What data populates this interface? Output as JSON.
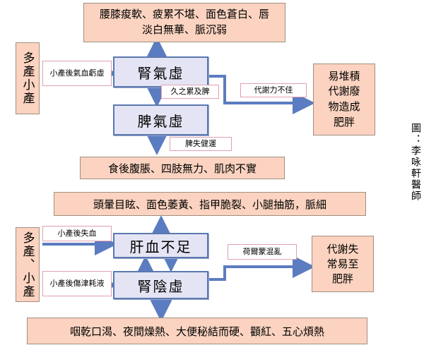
{
  "top": {
    "symptoms_1": "腰膝痠軟、疲累不堪、面色蒼白、唇淡白無華、脈沉弱",
    "left_cause": "多產小產",
    "edge_cause": "小產後氣血虧虛",
    "kidney_qi": "腎氣虛",
    "edge_mid": "久之累及脾",
    "spleen_qi": "脾氣虛",
    "edge_spleen": "脾失健運",
    "symptoms_2": "食後腹脹、四肢無力、肌肉不實",
    "edge_metab": "代謝力不佳",
    "result": "易堆積代謝廢物造成肥胖"
  },
  "bottom": {
    "symptoms_1": "頭暈目眩、面色萎黃、指甲脆裂、小腿抽筋，脈細",
    "left_cause": "多產、小產",
    "edge_cause_1": "小產後失血",
    "edge_cause_2": "小產後傷津耗液",
    "liver_blood": "肝血不足",
    "kidney_yin": "腎陰虛",
    "edge_hormone": "荷爾蒙混亂",
    "result": "代謝失常易至肥胖",
    "symptoms_2": "咽乾口渴、夜間燥熱、大便秘結而硬、顴紅、五心煩熱"
  },
  "credit": "圖：李咏軒醫師"
}
